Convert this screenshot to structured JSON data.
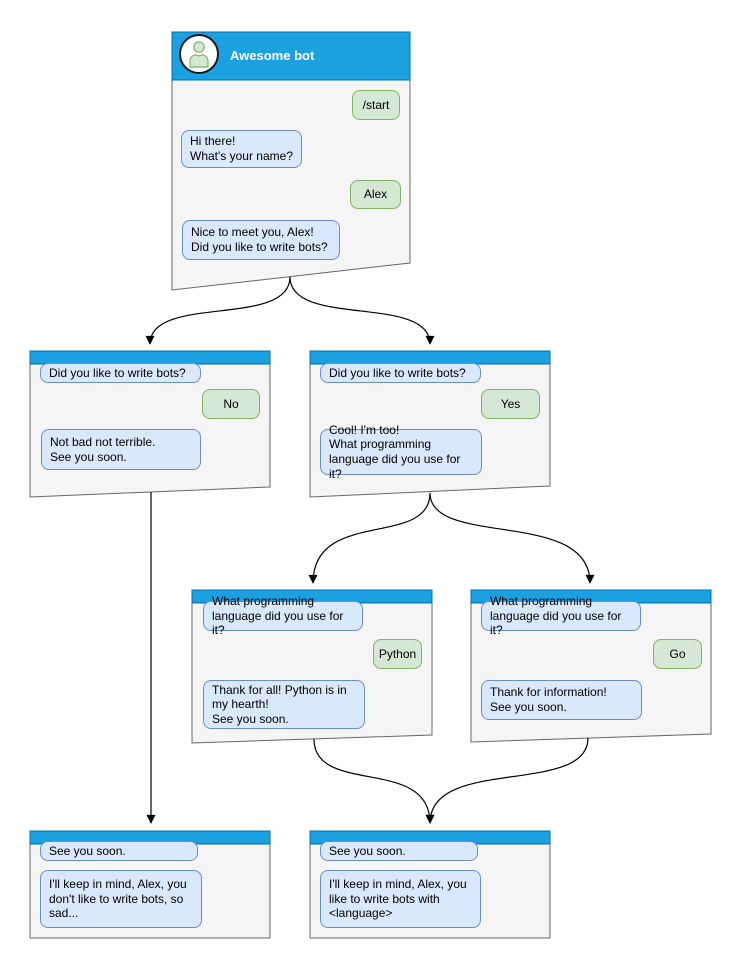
{
  "colors": {
    "header_blue": "#1BA1E2",
    "header_stroke": "#006EAF",
    "window_fill": "#F5F5F5",
    "window_stroke": "#666666",
    "bubble_bot_fill": "#DAE8FC",
    "bubble_bot_stroke": "#6C8EBF",
    "bubble_user_fill": "#D5E8D4",
    "bubble_user_stroke": "#82B366",
    "connector": "#000000",
    "title_text": "#FFFFFF",
    "avatar_fill": "#FFFFFF",
    "avatar_stroke": "#1A1A1A",
    "person_fill": "#D5E8D4",
    "person_stroke": "#82B366"
  },
  "diagram": {
    "windows": [
      {
        "id": "start",
        "title": "Awesome bot",
        "messages": [
          {
            "from": "user",
            "text": "/start"
          },
          {
            "from": "bot",
            "text": "Hi there!\nWhat's your name?"
          },
          {
            "from": "user",
            "text": "Alex"
          },
          {
            "from": "bot",
            "text": "Nice to meet you, Alex!\nDid you like to write bots?"
          }
        ]
      },
      {
        "id": "branch-no",
        "messages": [
          {
            "from": "bot",
            "text": "Did you like to write bots?"
          },
          {
            "from": "user",
            "text": "No"
          },
          {
            "from": "bot",
            "text": "Not bad not terrible.\nSee you soon."
          }
        ]
      },
      {
        "id": "branch-yes",
        "messages": [
          {
            "from": "bot",
            "text": "Did you like to write bots?"
          },
          {
            "from": "user",
            "text": "Yes"
          },
          {
            "from": "bot",
            "text": "Cool! I'm too!\nWhat programming\nlanguage did you use for it?"
          }
        ]
      },
      {
        "id": "branch-python",
        "messages": [
          {
            "from": "bot",
            "text": "What programming\nlanguage did you use for it?"
          },
          {
            "from": "user",
            "text": "Python"
          },
          {
            "from": "bot",
            "text": "Thank for all! Python is in\nmy hearth!\nSee you soon."
          }
        ]
      },
      {
        "id": "branch-go",
        "messages": [
          {
            "from": "bot",
            "text": "What programming\nlanguage did you use for it?"
          },
          {
            "from": "user",
            "text": "Go"
          },
          {
            "from": "bot",
            "text": "Thank for information!\nSee you soon."
          }
        ]
      },
      {
        "id": "end-no",
        "messages": [
          {
            "from": "bot",
            "text": "See you soon."
          },
          {
            "from": "bot",
            "text": "I'll keep in mind, Alex, you\ndon't like to write bots, so\nsad..."
          }
        ]
      },
      {
        "id": "end-yes",
        "messages": [
          {
            "from": "bot",
            "text": "See you soon."
          },
          {
            "from": "bot",
            "text": "I'll keep in mind, Alex, you\nlike to write bots with\n<language>"
          }
        ]
      }
    ]
  }
}
